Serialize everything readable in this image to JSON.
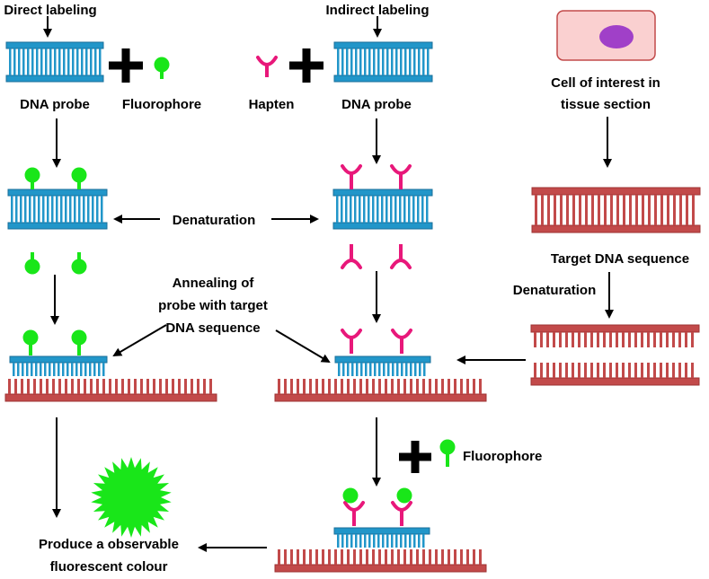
{
  "colors": {
    "probe_blue": "#2196c9",
    "probe_border": "#1a6f99",
    "fluorophore_green": "#19e619",
    "hapten_pink": "#e8187a",
    "target_red": "#c24a4a",
    "target_border": "#9e3333",
    "cell_fill": "#fad0d0",
    "cell_border": "#c24a4a",
    "nucleus": "#a040c8",
    "arrow": "#000000"
  },
  "labels": {
    "direct_labeling": "Direct labeling",
    "indirect_labeling": "Indirect labeling",
    "dna_probe_left": "DNA probe",
    "fluorophore_top": "Fluorophore",
    "hapten": "Hapten",
    "dna_probe_mid": "DNA probe",
    "cell_line1": "Cell of interest in",
    "cell_line2": "tissue section",
    "denaturation_center": "Denaturation",
    "target_dna_sequence": "Target DNA sequence",
    "denaturation_right": "Denaturation",
    "annealing_line1": "Annealing of",
    "annealing_line2": "probe with target",
    "annealing_line3": "DNA  sequence",
    "fluorophore_bottom": "Fluorophore",
    "produce_line1": "Produce a observable",
    "produce_line2": "fluorescent  colour"
  }
}
